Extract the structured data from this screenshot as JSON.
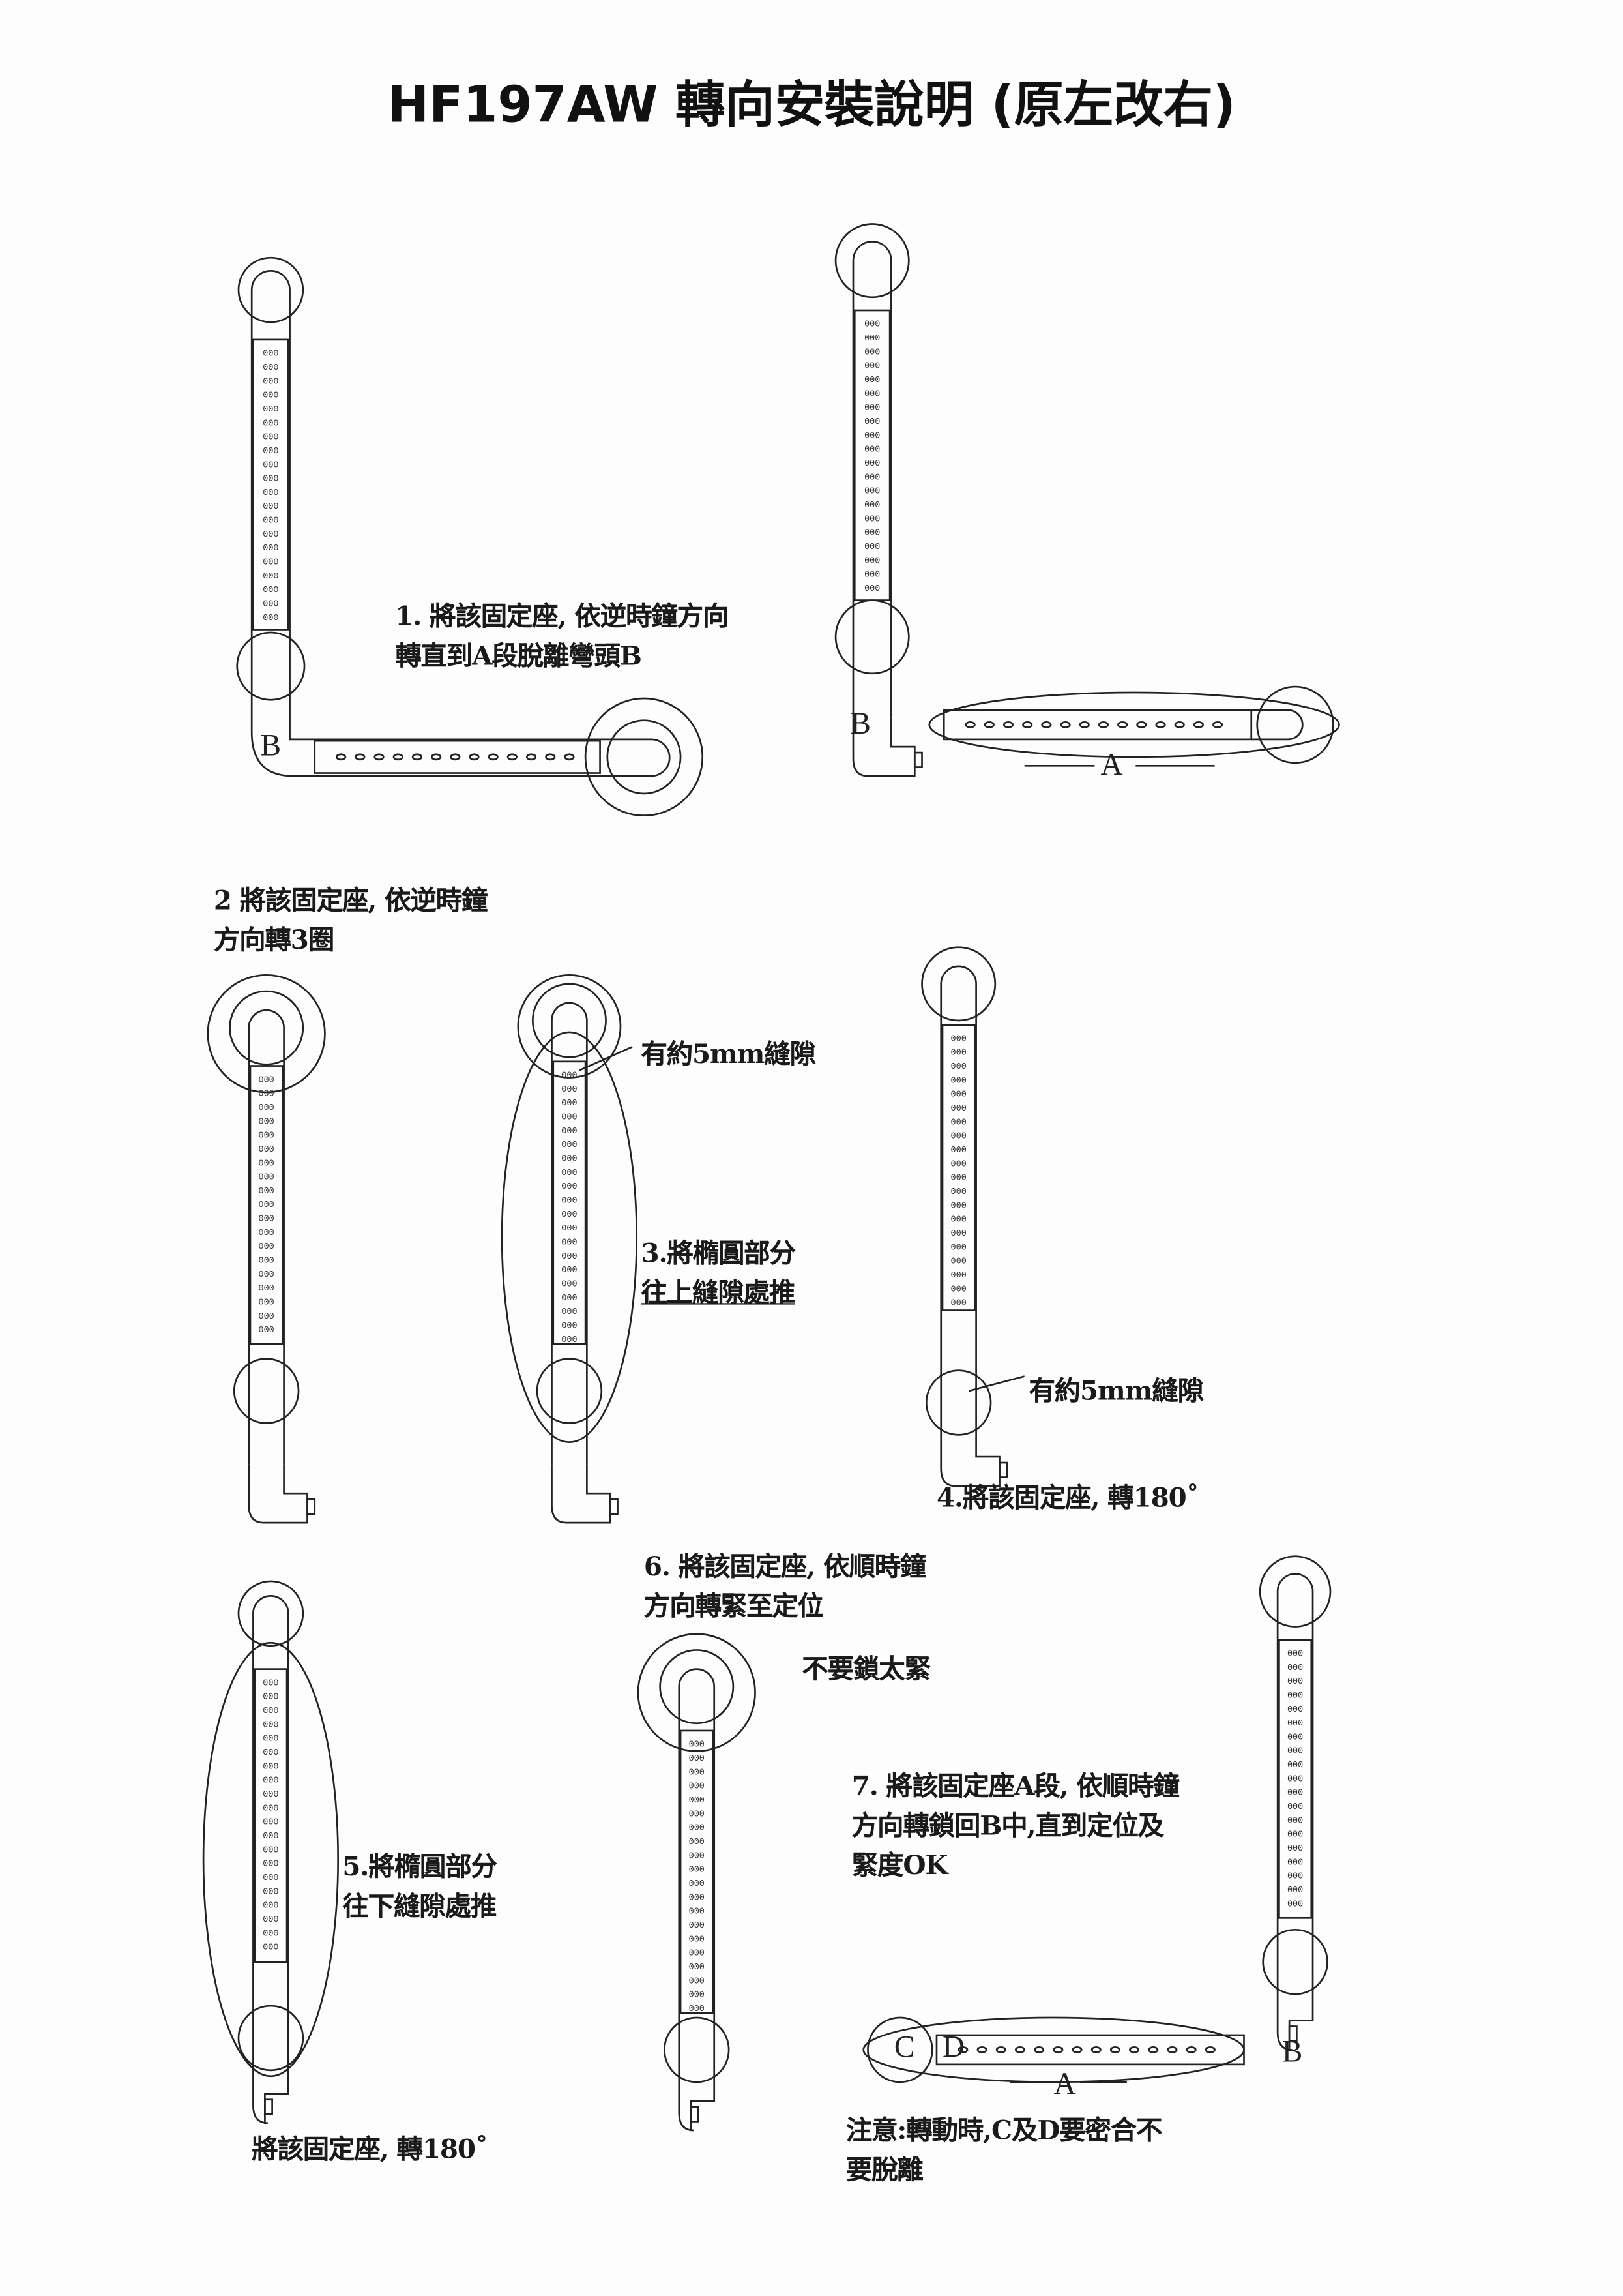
{
  "title": "HF197AW 轉向安裝說明 (原左改右)",
  "steps": {
    "step1": [
      "1. 將該固定座, 依逆時鐘方向",
      "轉直到A段脫離彎頭B"
    ],
    "step2": [
      "2 將該固定座, 依逆時鐘",
      "方向轉3圈"
    ],
    "gap_note_1": "有約5mm縫隙",
    "step3": [
      "3.將橢圓部分",
      "往上縫隙處推"
    ],
    "gap_note_2": "有約5mm縫隙",
    "step4": "4.將該固定座, 轉180˚",
    "step5": [
      "5.將橢圓部分",
      "往下縫隙處推"
    ],
    "step5_rotate": "將該固定座, 轉180˚",
    "step6": [
      "6. 將該固定座, 依順時鐘",
      "方向轉緊至定位"
    ],
    "step6_warning": "不要鎖太緊",
    "step7": [
      "7. 將該固定座A段, 依順時鐘",
      "方向轉鎖回B中,直到定位及",
      "緊度OK"
    ],
    "note": [
      "注意:轉動時,C及D要密合不",
      "要脫離"
    ]
  },
  "labels": {
    "B": "B",
    "A": "A",
    "C": "C",
    "D": "D"
  }
}
